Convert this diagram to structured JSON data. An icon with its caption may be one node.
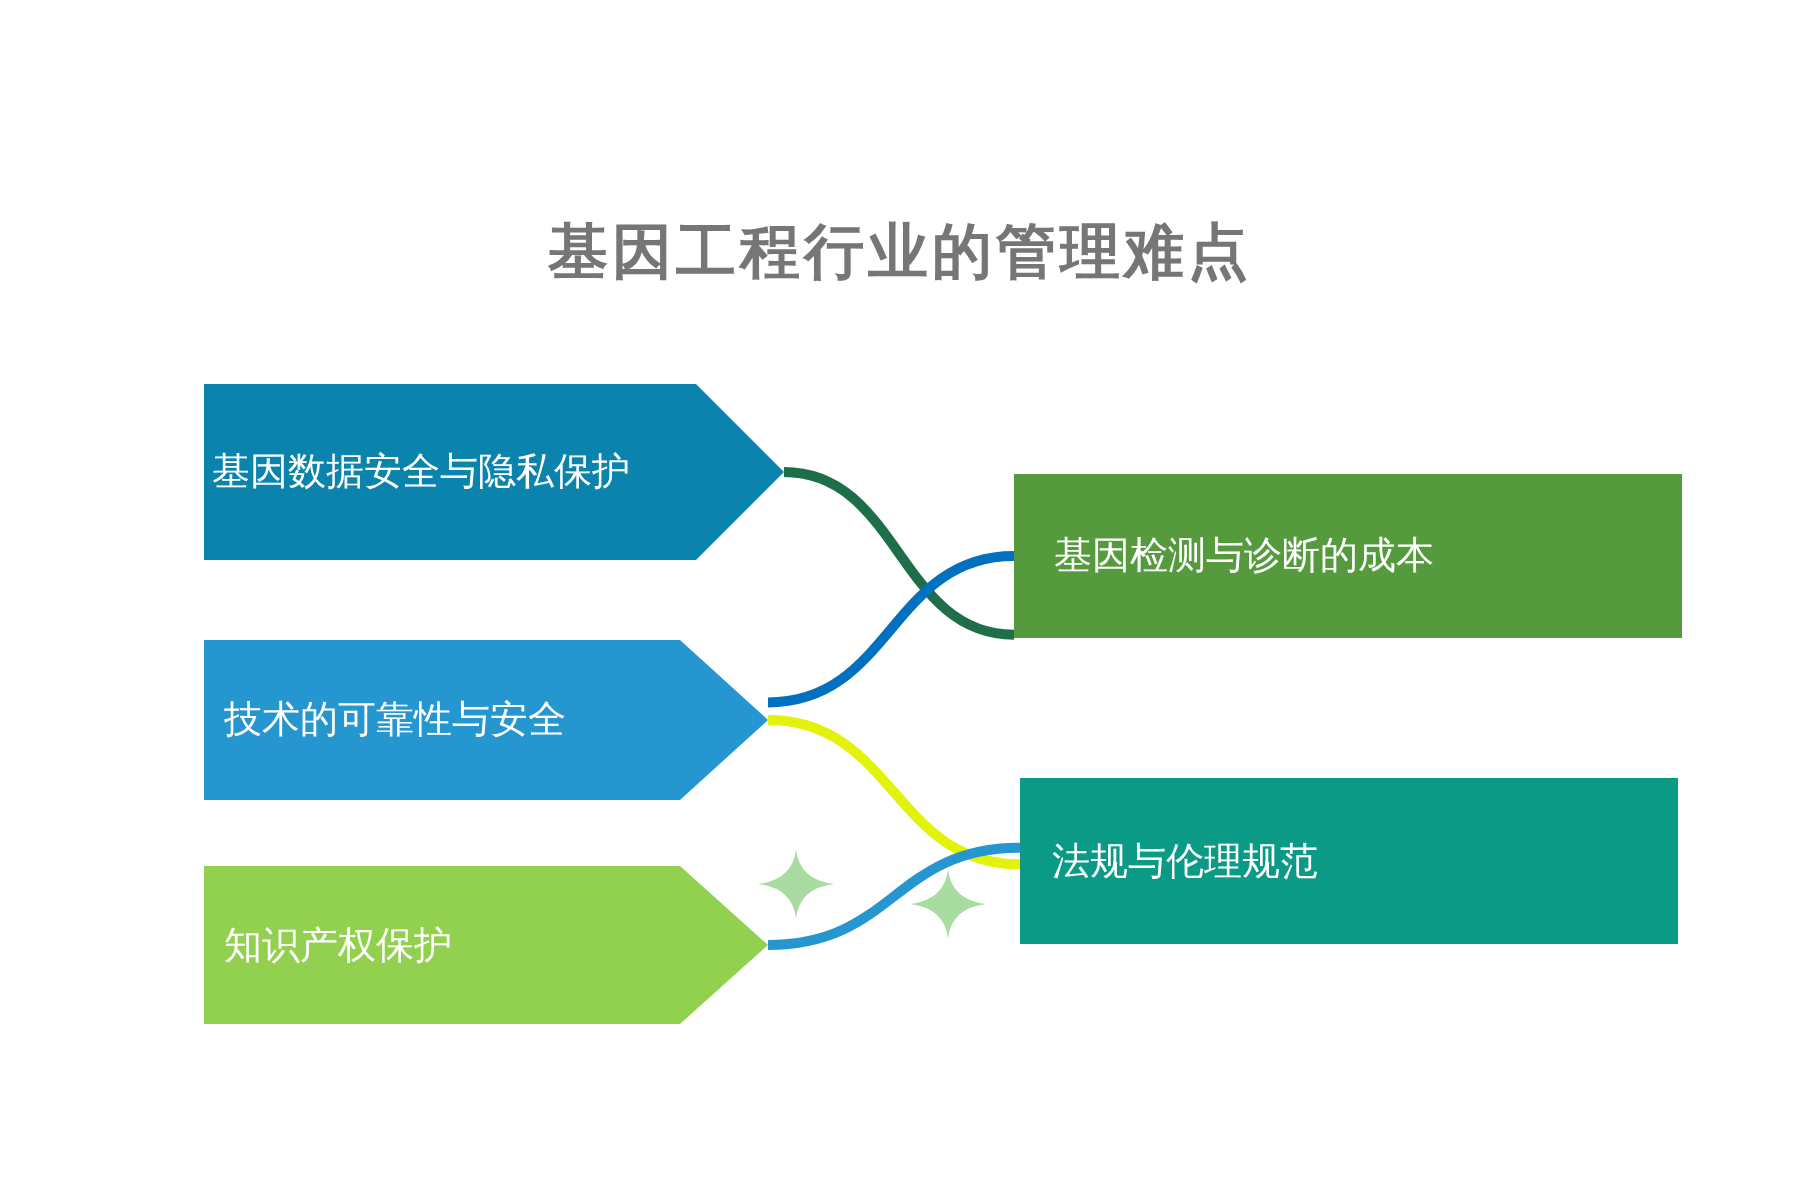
{
  "diagram": {
    "title": "基因工程行业的管理难点",
    "nodes": [
      {
        "text": [
          "基因数据安全与隐私保护"
        ]
      },
      {
        "text": [
          "基因检测与诊断的成本"
        ]
      },
      {
        "text": [
          "技术的可靠性与安全"
        ]
      },
      {
        "text": [
          "法规与伦理规范"
        ]
      },
      {
        "text": [
          "知识产权保护"
        ]
      }
    ],
    "edges": [
      {
        "from": 0,
        "to": 1,
        "arrow": "none",
        "color": "#1e6e4a"
      },
      {
        "from": 2,
        "to": 1,
        "arrow": "none",
        "color": "#0070c0"
      },
      {
        "from": 2,
        "to": 3,
        "arrow": "none",
        "color": "#e2f20a"
      },
      {
        "from": 4,
        "to": 3,
        "arrow": "none",
        "color": "#2596d0"
      }
    ]
  }
}
